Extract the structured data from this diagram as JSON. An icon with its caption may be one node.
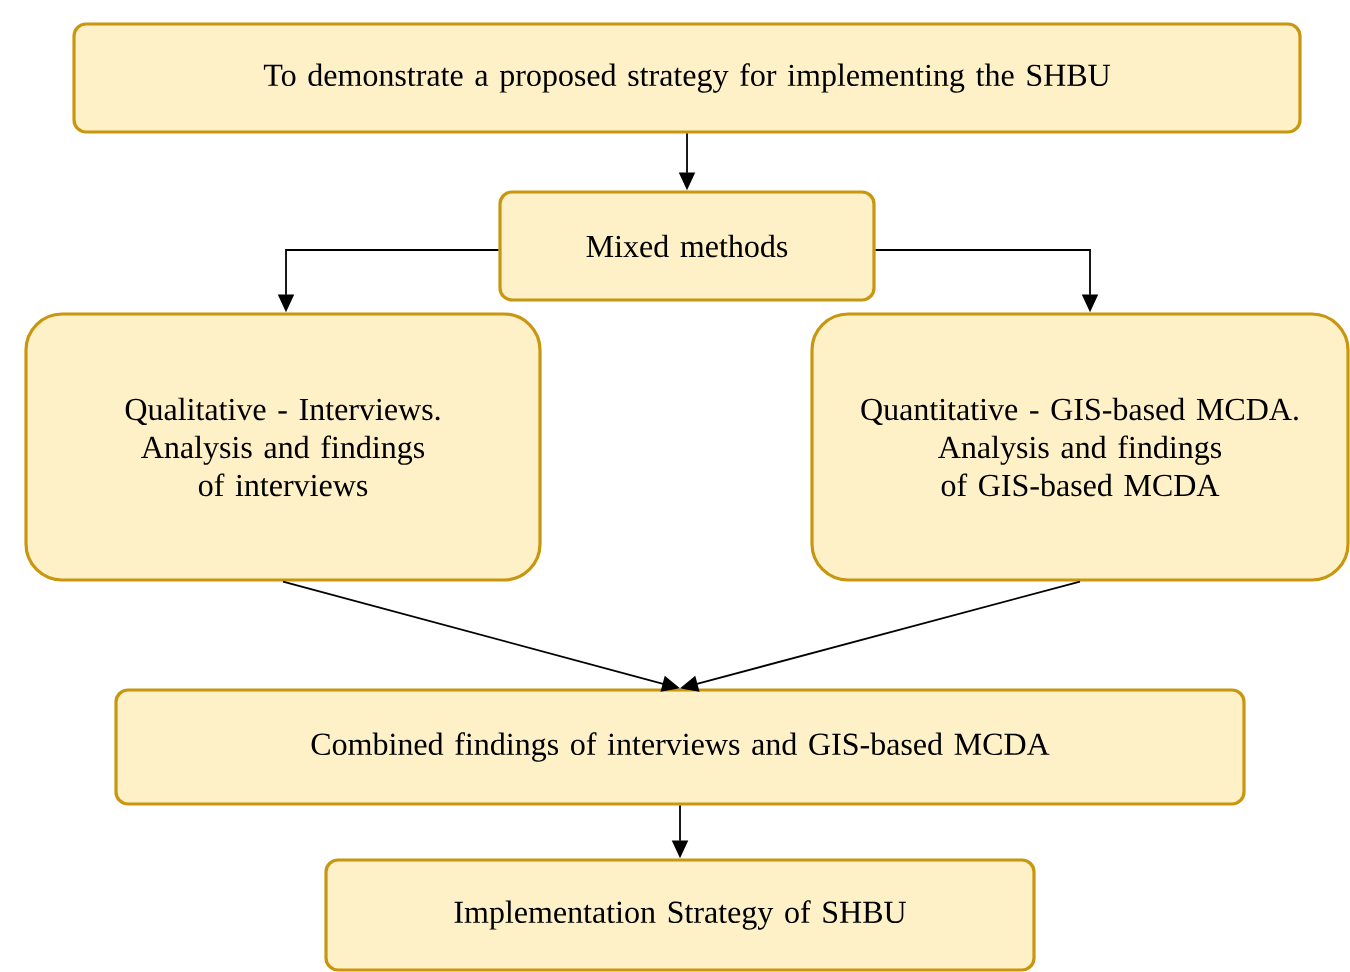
{
  "diagram": {
    "nodes": [
      {
        "text": [
          "To demonstrate a proposed strategy for implementing the SHBU"
        ]
      },
      {
        "text": [
          "Mixed methods"
        ]
      },
      {
        "text": [
          "Qualitative - Interviews.",
          "Analysis and findings of interviews"
        ]
      },
      {
        "text": [
          "Quantitative - GIS-based MCDA.",
          "Analysis and findings of GIS-based MCDA"
        ]
      },
      {
        "text": [
          "Combined findings of interviews and GIS-based MCDA"
        ]
      },
      {
        "text": [
          "Implementation Strategy of SHBU"
        ]
      }
    ],
    "edges": [
      {
        "from": 0,
        "to": 1,
        "arrow": "to"
      },
      {
        "from": 1,
        "to": 2,
        "arrow": "to"
      },
      {
        "from": 1,
        "to": 3,
        "arrow": "to"
      },
      {
        "from": 2,
        "to": 4,
        "arrow": "to"
      },
      {
        "from": 3,
        "to": 4,
        "arrow": "to"
      },
      {
        "from": 4,
        "to": 5,
        "arrow": "to"
      }
    ]
  }
}
